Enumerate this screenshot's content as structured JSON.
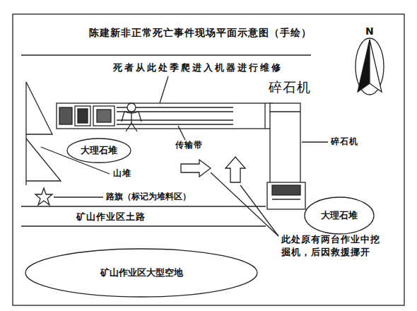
{
  "diagram": {
    "title": "陈建新非正常死亡事件现场平面示意图（手绘）",
    "nodes": [
      {
        "text": [
          "大理石堆"
        ]
      },
      {
        "text": [
          "大理石堆"
        ]
      },
      {
        "text": [
          "矿山作业区大型空地"
        ]
      }
    ],
    "labels": [
      "N",
      "死者从此处季爬进入机器进行维修",
      "碎石机",
      "传输带",
      "碎石机",
      "山堆",
      "路旗（标记为堆料区）",
      "矿山作业区土路",
      "此处原有两台作业中挖掘机，后因救援挪开"
    ]
  }
}
